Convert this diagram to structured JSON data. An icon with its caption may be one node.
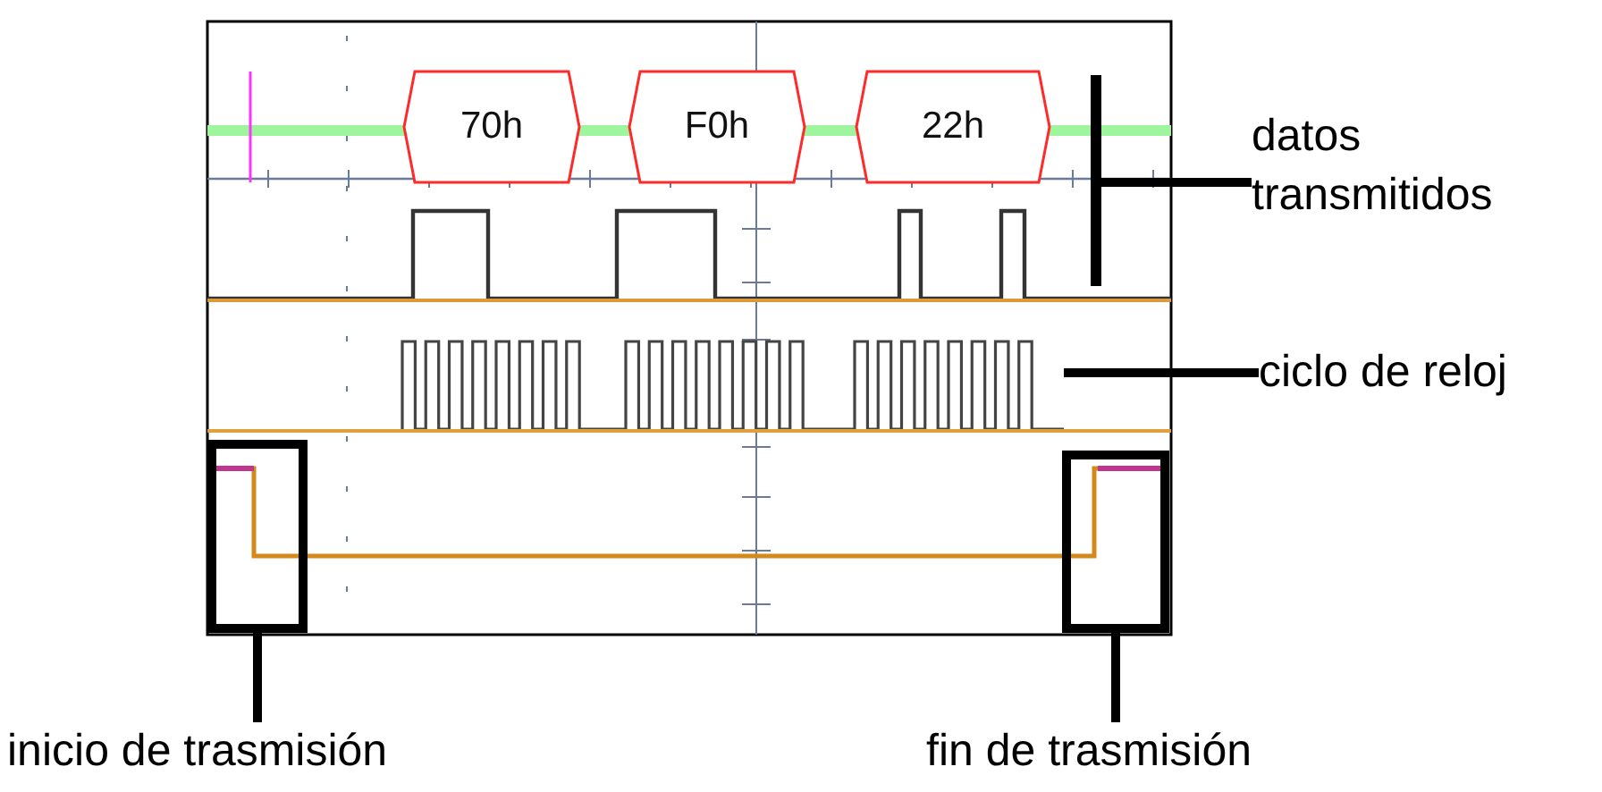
{
  "diagram": {
    "nodes": [
      {
        "text": [
          "70h"
        ]
      },
      {
        "text": [
          "F0h"
        ]
      },
      {
        "text": [
          "22h"
        ]
      },
      {
        "text": [
          "datos transmitidos"
        ]
      },
      {
        "text": [
          "ciclo de reloj"
        ]
      },
      {
        "text": [
          "inicio de trasmisión"
        ]
      },
      {
        "text": [
          "fin de trasmisión"
        ]
      },
      {
        "text": [],
        "shape": "bar"
      },
      {
        "text": [],
        "shape": "picture"
      },
      {
        "text": [],
        "shape": "box"
      },
      {
        "text": [],
        "shape": "box"
      }
    ],
    "edges": [
      {
        "from": 3,
        "to": 7,
        "arrow": "none"
      },
      {
        "from": 4,
        "to": 8,
        "arrow": "none"
      },
      {
        "from": 5,
        "to": 9,
        "arrow": "none"
      },
      {
        "from": 6,
        "to": 10,
        "arrow": "none"
      }
    ]
  }
}
